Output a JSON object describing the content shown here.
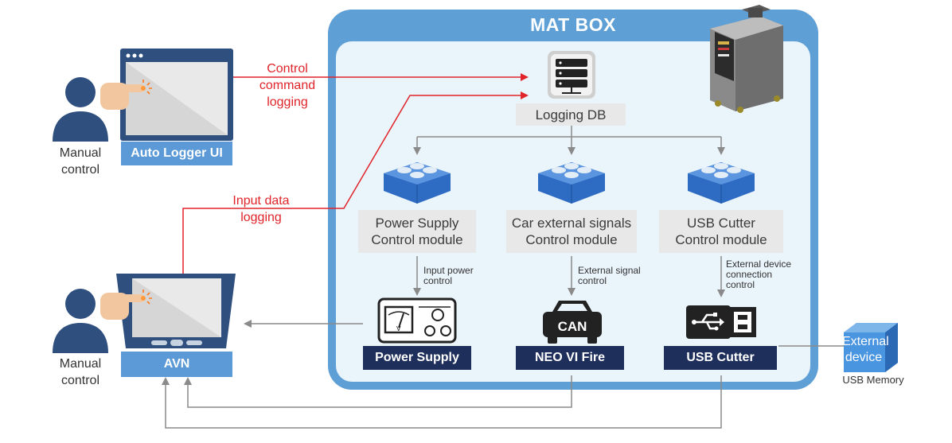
{
  "matbox": {
    "title": "MAT BOX"
  },
  "logging_db": {
    "label": "Logging DB"
  },
  "modules": [
    {
      "line1": "Power Supply",
      "line2": "Control module"
    },
    {
      "line1": "Car external signals",
      "line2": "Control module"
    },
    {
      "line1": "USB Cutter",
      "line2": "Control module"
    }
  ],
  "signals": {
    "power": {
      "line1": "Input power",
      "line2": "control"
    },
    "external": {
      "line1": "External signal",
      "line2": "control"
    },
    "usb": {
      "line1": "External device",
      "line2": "connection",
      "line3": "control"
    }
  },
  "devices": {
    "power_supply": "Power Supply",
    "neo_vi": "NEO VI Fire",
    "usb_cutter": "USB Cutter",
    "can_text": "CAN"
  },
  "left": {
    "manual_top": {
      "line1": "Manual",
      "line2": "control"
    },
    "manual_bottom": {
      "line1": "Manual",
      "line2": "control"
    },
    "auto_logger": "Auto Logger UI",
    "avn": "AVN"
  },
  "arrows": {
    "control_logging": {
      "line1": "Control",
      "line2": "command",
      "line3": "logging"
    },
    "input_logging": {
      "line1": "Input data",
      "line2": "logging"
    }
  },
  "external": {
    "line1": "External",
    "line2": "device",
    "caption": "USB Memory"
  },
  "colors": {
    "matbox_blue": "#5e9fd6",
    "matbox_inner": "#eaf4fb",
    "dark_navy": "#1e2f5b",
    "label_blue": "#5b9ad6",
    "arrow_red": "#e0242a",
    "arrow_grey": "#8a8a8a",
    "person_blue": "#2f4f7f",
    "lego_blue": "#2e6cc4"
  }
}
